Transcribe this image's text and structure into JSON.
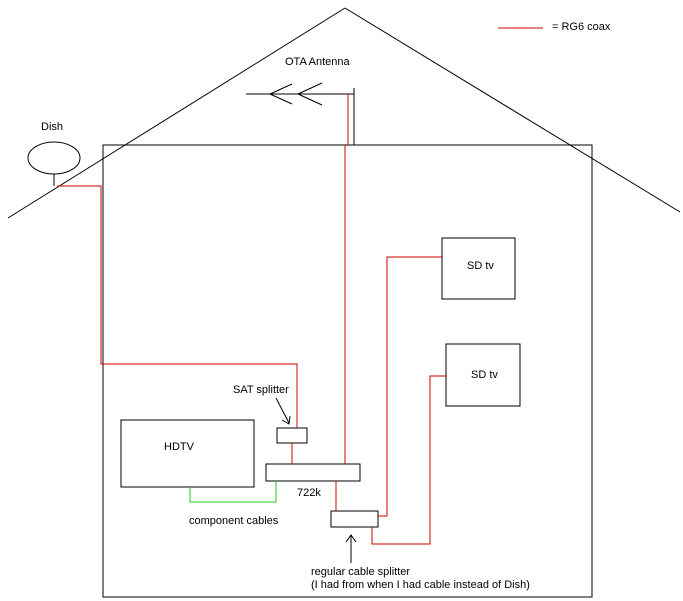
{
  "legend": {
    "text": "= RG6 coax",
    "line_color": "#d00000"
  },
  "labels": {
    "ota_antenna": "OTA Antenna",
    "dish": "Dish",
    "sd_tv_top": "SD tv",
    "sd_tv_bottom": "SD tv",
    "sat_splitter": "SAT splitter",
    "hdtv": "HDTV",
    "receiver": "722k",
    "component_cables": "component cables",
    "regular_splitter_line1": "regular cable splitter",
    "regular_splitter_line2": "(I had from when I had cable instead of Dish)"
  },
  "colors": {
    "coax": "#d00000",
    "component": "#22cc22",
    "outline": "#000000",
    "background": "#ffffff"
  }
}
